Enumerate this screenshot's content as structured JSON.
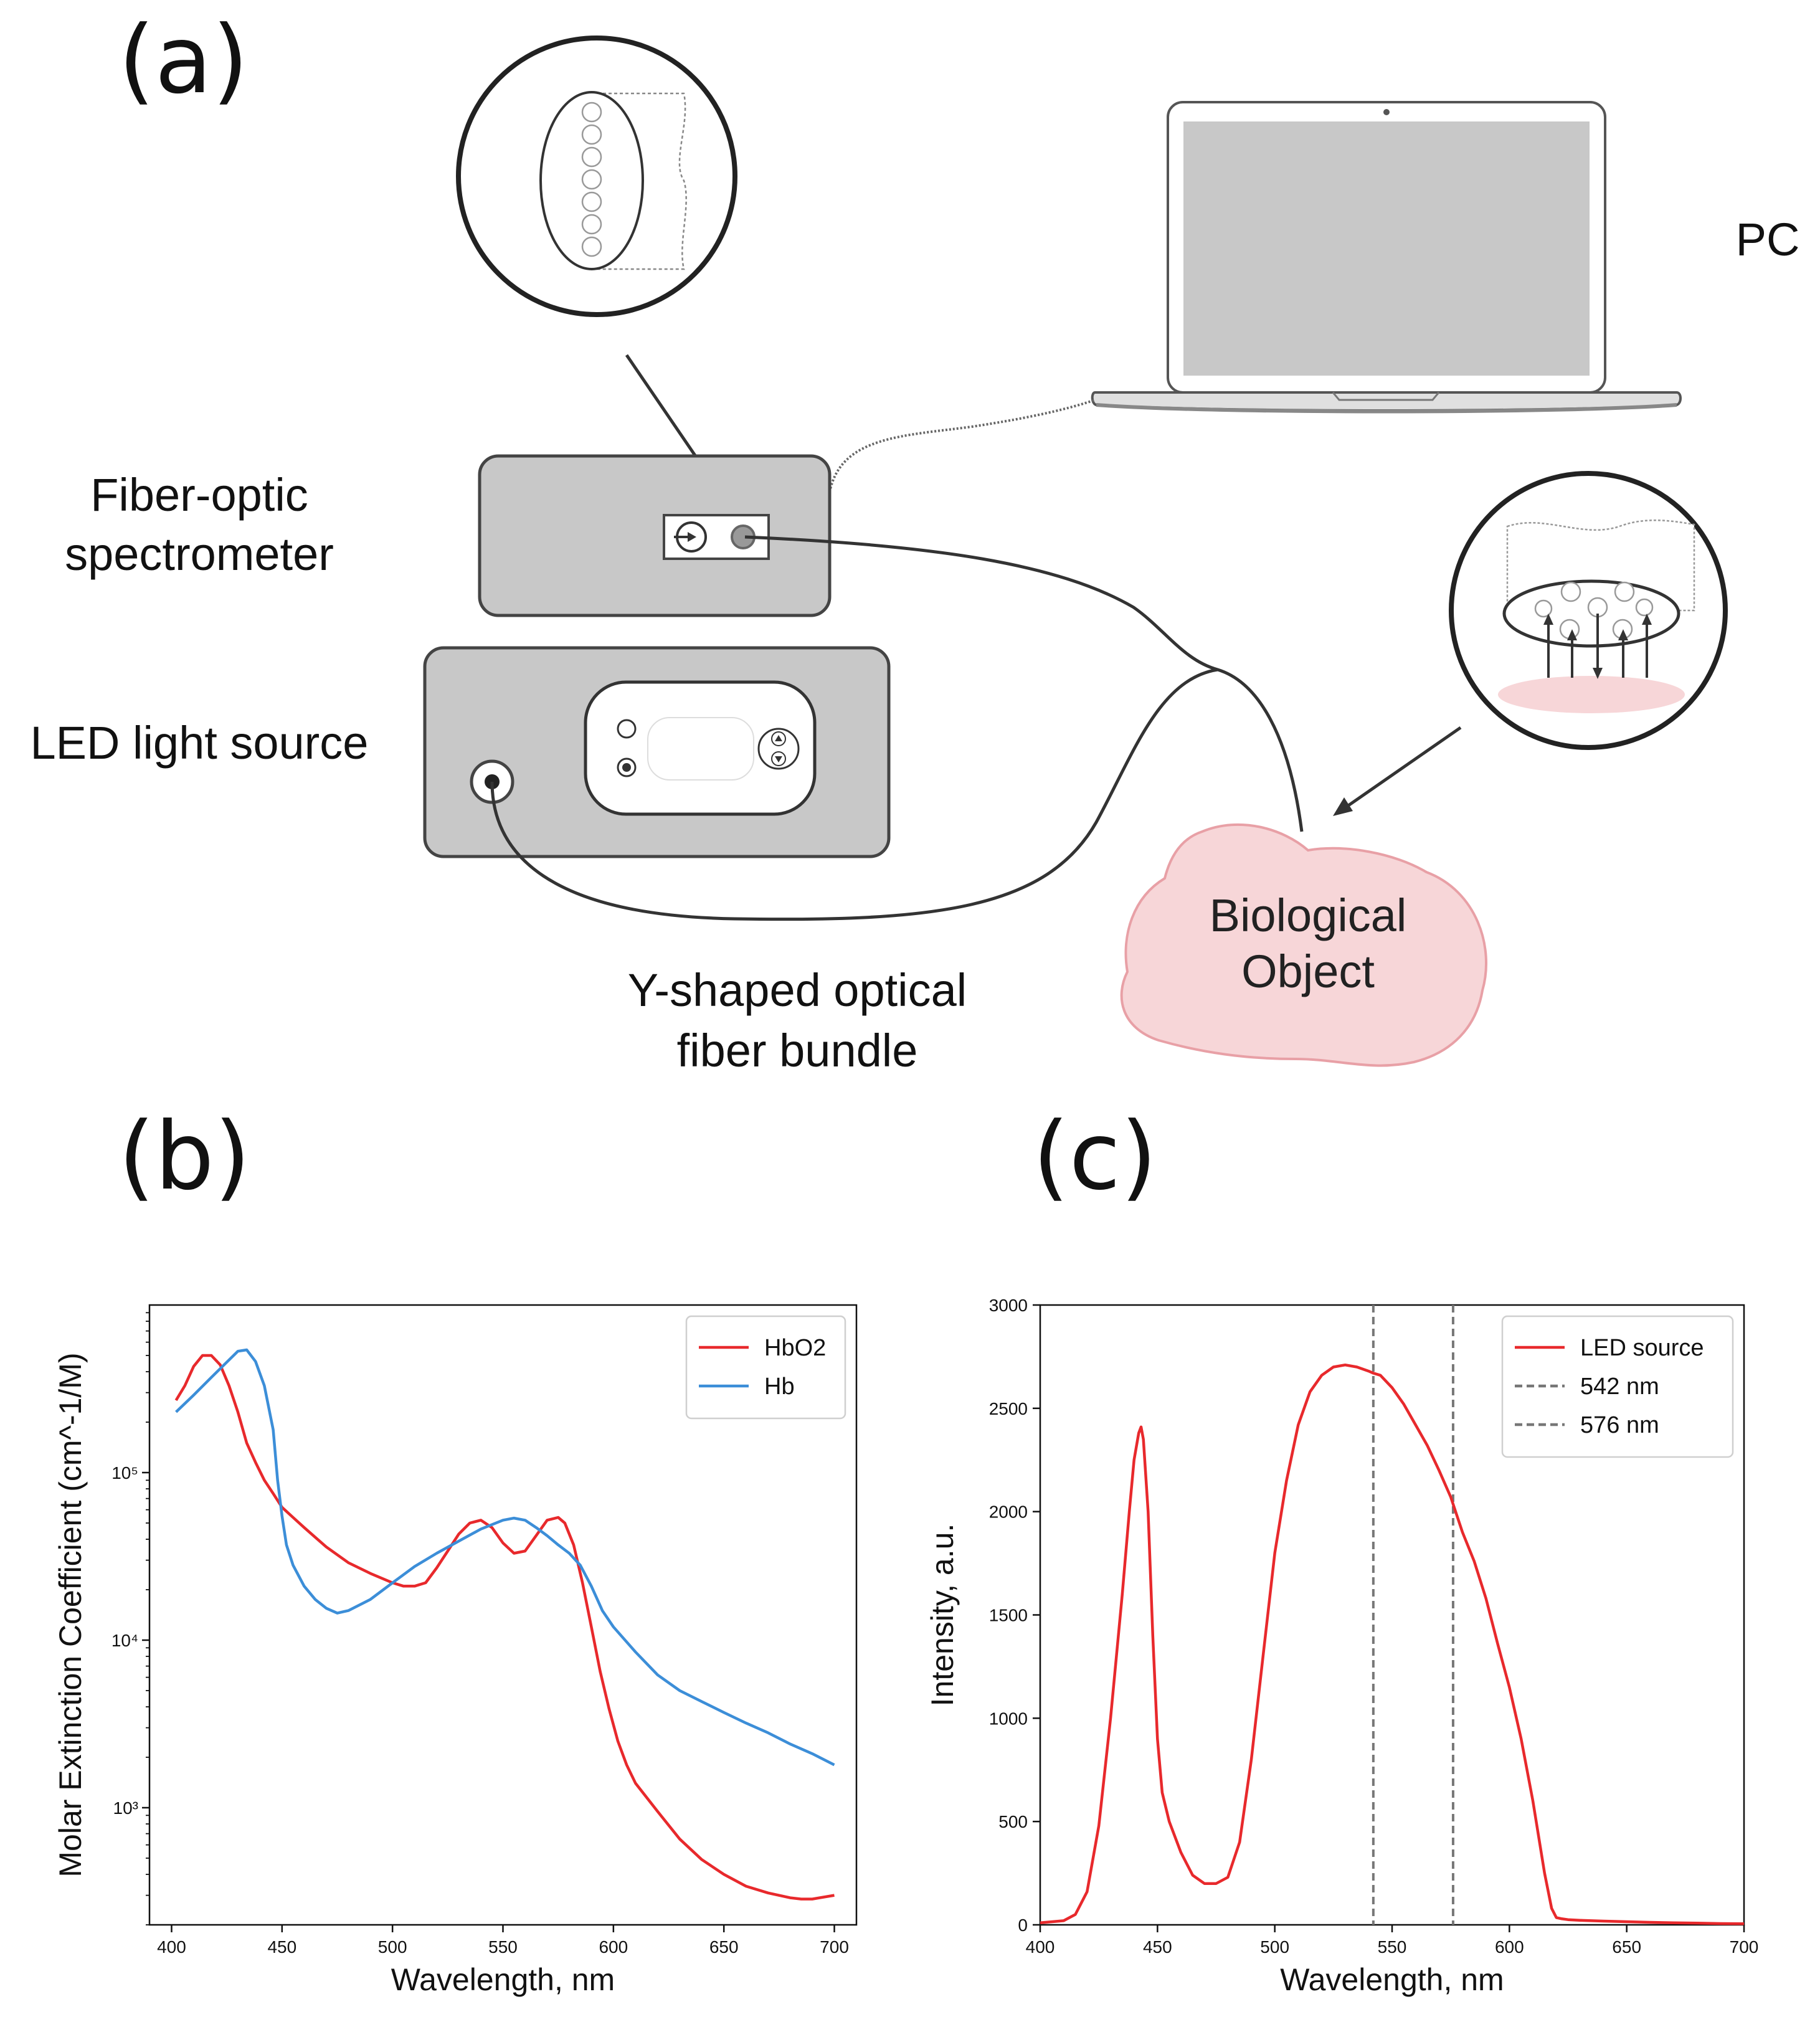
{
  "panels": {
    "a": "(a)",
    "b": "(b)",
    "c": "(c)"
  },
  "setup": {
    "pc_label": "PC",
    "spectrometer_label_line1": "Fiber-optic",
    "spectrometer_label_line2": "spectrometer",
    "led_label": "LED light source",
    "fiber_label_line1": "Y-shaped optical",
    "fiber_label_line2": "fiber bundle",
    "object_label_line1": "Biological",
    "object_label_line2": "Object"
  },
  "colors": {
    "device_gray": "#c8c8c8",
    "device_stroke": "#444444",
    "tissue_pink": "#f7d6d8",
    "tissue_stroke": "#e8a0a6",
    "hbo2_red": "#e8292c",
    "hb_blue": "#3c8ed8",
    "led_red": "#e8292c",
    "dashed_gray": "#777777"
  },
  "chart_data": [
    {
      "type": "line",
      "panel": "(b)",
      "xlabel": "Wavelength, nm",
      "ylabel": "Molar Extinction Coefficient (cm^-1/M)",
      "yscale": "log",
      "xlim": [
        390,
        710
      ],
      "ylim": [
        200,
        1000000
      ],
      "xticks": [
        "400",
        "450",
        "500",
        "550",
        "600",
        "650",
        "700"
      ],
      "yticks": [
        "10³",
        "10⁴",
        "10⁵"
      ],
      "legend_position": "top-right",
      "series": [
        {
          "name": "HbO2",
          "color": "#e8292c",
          "x": [
            402,
            406,
            410,
            414,
            418,
            422,
            426,
            430,
            434,
            438,
            442,
            446,
            450,
            455,
            460,
            470,
            480,
            490,
            500,
            505,
            510,
            515,
            520,
            525,
            530,
            535,
            540,
            545,
            550,
            555,
            560,
            565,
            570,
            575,
            578,
            582,
            586,
            590,
            594,
            598,
            602,
            606,
            610,
            620,
            630,
            640,
            650,
            660,
            670,
            680,
            685,
            690,
            700
          ],
          "y": [
            270000,
            330000,
            430000,
            500000,
            500000,
            440000,
            330000,
            230000,
            150000,
            115000,
            90000,
            75000,
            62000,
            54000,
            47000,
            36000,
            29000,
            25000,
            22000,
            21000,
            21000,
            22000,
            27000,
            34000,
            43000,
            50000,
            52000,
            47000,
            38000,
            33000,
            34000,
            42000,
            52000,
            54000,
            50000,
            37000,
            22000,
            12000,
            6500,
            3900,
            2500,
            1800,
            1400,
            950,
            650,
            490,
            400,
            340,
            310,
            290,
            285,
            285,
            300
          ]
        },
        {
          "name": "Hb",
          "color": "#3c8ed8",
          "x": [
            402,
            410,
            418,
            426,
            430,
            434,
            438,
            442,
            446,
            448,
            450,
            452,
            455,
            460,
            465,
            470,
            475,
            480,
            490,
            500,
            510,
            520,
            530,
            540,
            550,
            555,
            560,
            565,
            570,
            575,
            580,
            585,
            590,
            595,
            600,
            610,
            620,
            630,
            640,
            650,
            660,
            670,
            680,
            690,
            700
          ],
          "y": [
            230000,
            290000,
            370000,
            470000,
            530000,
            540000,
            460000,
            330000,
            180000,
            90000,
            55000,
            37000,
            28000,
            21000,
            17500,
            15500,
            14500,
            15000,
            17500,
            22000,
            27500,
            33000,
            39000,
            46000,
            52000,
            53500,
            52000,
            47000,
            42000,
            37000,
            33000,
            28000,
            21000,
            15000,
            12000,
            8500,
            6200,
            5000,
            4300,
            3700,
            3200,
            2800,
            2400,
            2100,
            1800
          ]
        }
      ]
    },
    {
      "type": "line",
      "panel": "(c)",
      "xlabel": "Wavelength, nm",
      "ylabel": "Intensity, a.u.",
      "xlim": [
        400,
        700
      ],
      "ylim": [
        0,
        3000
      ],
      "xticks": [
        "400",
        "450",
        "500",
        "550",
        "600",
        "650",
        "700"
      ],
      "yticks": [
        "0",
        "500",
        "1000",
        "1500",
        "2000",
        "2500",
        "3000"
      ],
      "legend_position": "top-right",
      "series": [
        {
          "name": "LED source",
          "color": "#e8292c",
          "x": [
            400,
            410,
            415,
            420,
            425,
            430,
            435,
            438,
            440,
            442,
            443,
            444,
            446,
            448,
            450,
            452,
            455,
            460,
            465,
            470,
            475,
            480,
            485,
            490,
            495,
            500,
            505,
            510,
            515,
            520,
            525,
            530,
            535,
            540,
            542,
            545,
            550,
            555,
            560,
            565,
            570,
            575,
            580,
            585,
            590,
            595,
            600,
            605,
            610,
            615,
            618,
            620,
            622,
            625,
            630,
            640,
            650,
            660,
            670,
            680,
            690,
            700
          ],
          "y": [
            10,
            20,
            50,
            160,
            480,
            1000,
            1600,
            2000,
            2250,
            2380,
            2410,
            2350,
            2000,
            1400,
            900,
            640,
            500,
            350,
            240,
            200,
            200,
            230,
            400,
            800,
            1300,
            1800,
            2150,
            2420,
            2580,
            2660,
            2700,
            2710,
            2700,
            2680,
            2670,
            2660,
            2600,
            2520,
            2420,
            2320,
            2200,
            2070,
            1900,
            1760,
            1580,
            1360,
            1150,
            900,
            600,
            250,
            80,
            35,
            30,
            25,
            22,
            18,
            15,
            12,
            10,
            8,
            6,
            5
          ]
        }
      ],
      "reference_lines": [
        {
          "name": "542 nm",
          "x": 542,
          "color": "#777777"
        },
        {
          "name": "576 nm",
          "x": 576,
          "color": "#777777"
        }
      ]
    }
  ]
}
